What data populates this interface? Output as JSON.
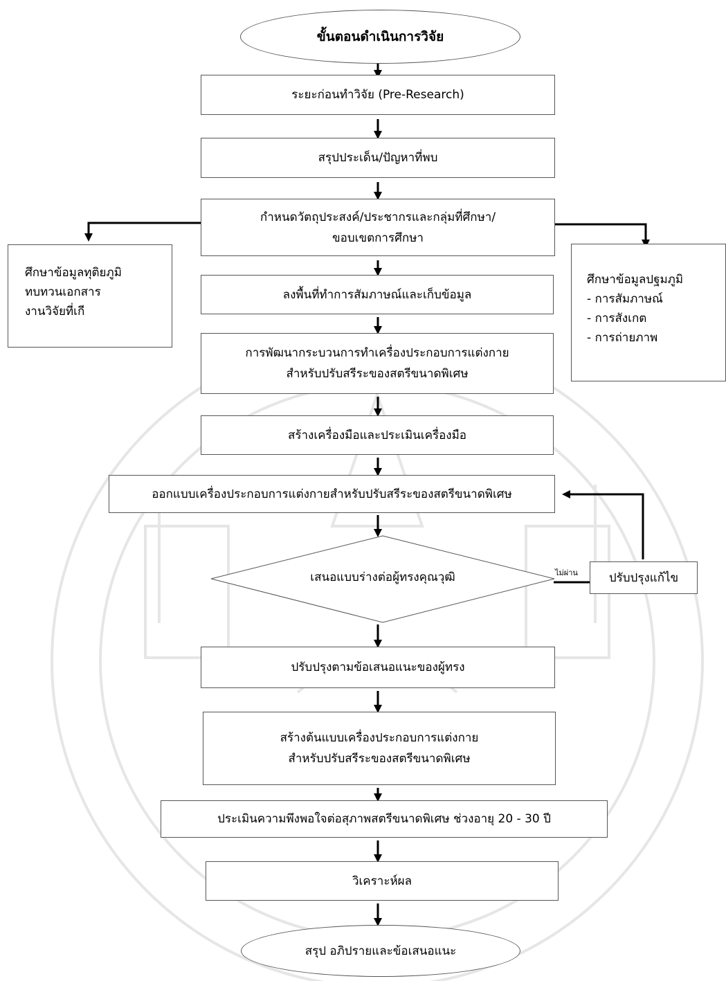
{
  "start": "ขั้นตอนดำเนินการวิจัย",
  "steps": {
    "pre_research": "ระยะก่อนทำวิจัย (Pre-Research)",
    "summary_issues": "สรุปประเด็น/ปัญหาที่พบ",
    "objectives": [
      "กำหนดวัตถุประสงค์/ประชากรและกลุ่มที่ศึกษา/",
      "ขอบเขตการศึกษา"
    ],
    "fieldwork": "ลงพื้นที่ทำการสัมภาษณ์และเก็บข้อมูล",
    "develop": [
      "การพัฒนากระบวนการทำเครื่องประกอบการแต่งกาย",
      "สำหรับปรับสรีระของสตรีขนาดพิเศษ"
    ],
    "tools": "สร้างเครื่องมือและประเมินเครื่องมือ",
    "design": "ออกแบบเครื่องประกอบการแต่งกายสำหรับปรับสรีระของสตรีขนาดพิเศษ",
    "decision": "เสนอแบบร่างต่อผู้ทรงคุณวุฒิ",
    "fail_label": "ไม่ผ่าน",
    "revise": "ปรับปรุงแก้ไข",
    "improve": "ปรับปรุงตามข้อเสนอแนะของผู้ทรง",
    "prototype": [
      "สร้างต้นแบบเครื่องประกอบการแต่งกาย",
      "สำหรับปรับสรีระของสตรีขนาดพิเศษ"
    ],
    "evaluate": "ประเมินความพึงพอใจต่อสุภาพสตรีขนาดพิเศษ ช่วงอายุ 20 - 30 ปี",
    "analyze": "วิเคราะห์ผล"
  },
  "secondary": [
    "ศึกษาข้อมูลทุติยภูมิ",
    "ทบทวนเอกสาร",
    "งานวิจัยที่เกี"
  ],
  "primary": [
    "ศึกษาข้อมูลปฐมภูมิ",
    "- การสัมภาษณ์",
    "- การสังเกต",
    "- การถ่ายภาพ"
  ],
  "end": "สรุป อภิปรายและข้อเสนอแนะ",
  "colors": {
    "line": "#000000",
    "border": "#555555",
    "watermark": "#e6e6e6"
  }
}
